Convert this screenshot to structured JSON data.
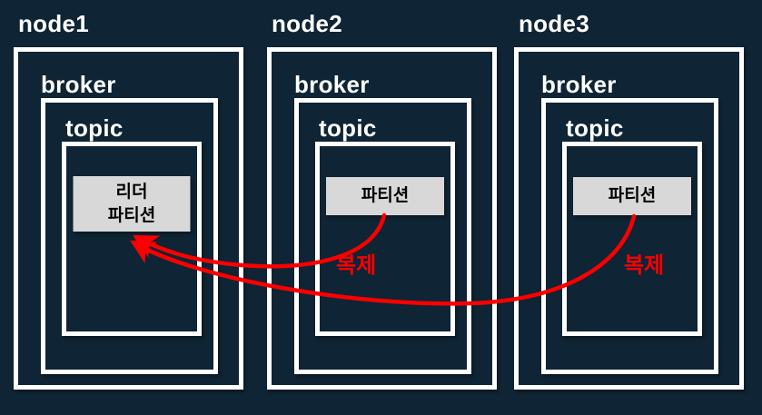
{
  "colors": {
    "background": "#0f2434",
    "box_border": "#ffffff",
    "label_text": "#ffffff",
    "partition_fill": "#d8d8d8",
    "partition_text": "#000000",
    "replication_red": "#fa0000"
  },
  "nodes": [
    {
      "name": "node1",
      "broker_label": "broker",
      "topic_label": "topic",
      "partition_label": "리더\n파티션"
    },
    {
      "name": "node2",
      "broker_label": "broker",
      "topic_label": "topic",
      "partition_label": "파티션"
    },
    {
      "name": "node3",
      "broker_label": "broker",
      "topic_label": "topic",
      "partition_label": "파티션"
    }
  ],
  "arrows": [
    {
      "from": "node2-partition",
      "to": "node1-leader-partition",
      "label": "복제"
    },
    {
      "from": "node3-partition",
      "to": "node1-leader-partition",
      "label": "복제"
    }
  ]
}
